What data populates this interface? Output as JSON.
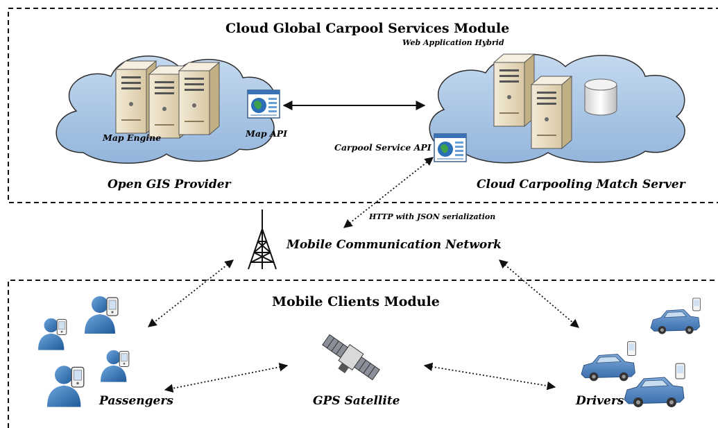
{
  "cloud_module": {
    "title": "Cloud Global Carpool Services  Module",
    "subtitle": "Web Application Hybrid"
  },
  "gis_provider": {
    "label": "Open  GIS Provider",
    "map_engine_label": "Map Engine",
    "map_api_label": "Map API"
  },
  "match_server": {
    "label": "Cloud Carpooling Match Server",
    "service_api_label": "Carpool Service API"
  },
  "network": {
    "label": "Mobile Communication Network",
    "protocol_label": "HTTP with JSON serialization"
  },
  "clients_module": {
    "title": "Mobile Clients Module",
    "passengers_label": "Passengers",
    "gps_label": "GPS Satellite",
    "drivers_label": "Drivers"
  },
  "colors": {
    "cloud_fill": "#a9c7e6",
    "cloud_stroke": "#2f2f2f",
    "person_blue": "#2f6eb0",
    "car_blue": "#4f86c6",
    "server_beige": "#e9dcc0"
  }
}
